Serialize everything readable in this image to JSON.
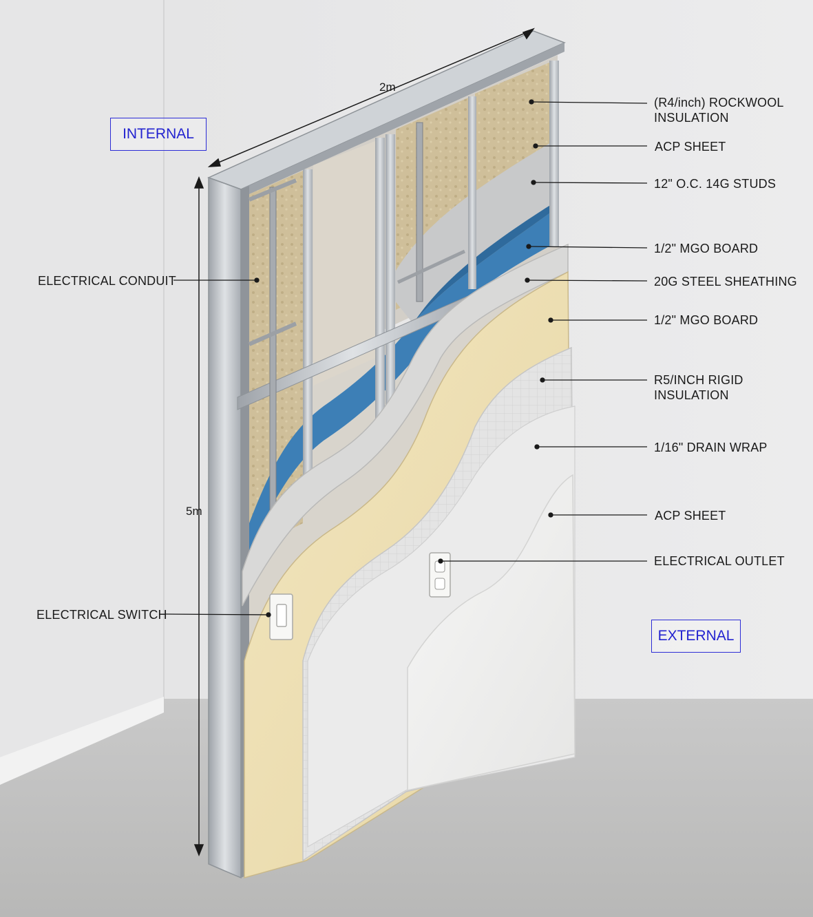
{
  "zones": {
    "internal": "INTERNAL",
    "external": "EXTERNAL"
  },
  "dimensions": {
    "width": "2m",
    "height": "5m"
  },
  "callouts": {
    "rockwool": "(R4/inch) ROCKWOOL\nINSULATION",
    "acp_top": "ACP SHEET",
    "studs": "12\" O.C. 14G STUDS",
    "mgo_inner": "1/2\" MGO BOARD",
    "steel_sheathing": "20G STEEL SHEATHING",
    "mgo_outer": "1/2\" MGO BOARD",
    "rigid_insulation": "R5/INCH RIGID\nINSULATION",
    "drain_wrap": "1/16\" DRAIN WRAP",
    "acp_outer": "ACP SHEET",
    "outlet": "ELECTRICAL OUTLET",
    "conduit": "ELECTRICAL CONDUIT",
    "switch": "ELECTRICAL SWITCH"
  },
  "colors": {
    "zone_tag": "#2323d0",
    "steel": "#b9bdc2",
    "rockwool": "#cdbd98",
    "mgo_blue": "#3d7fb6",
    "mgo_cream": "#eedfb4",
    "acp": "#efefee"
  }
}
